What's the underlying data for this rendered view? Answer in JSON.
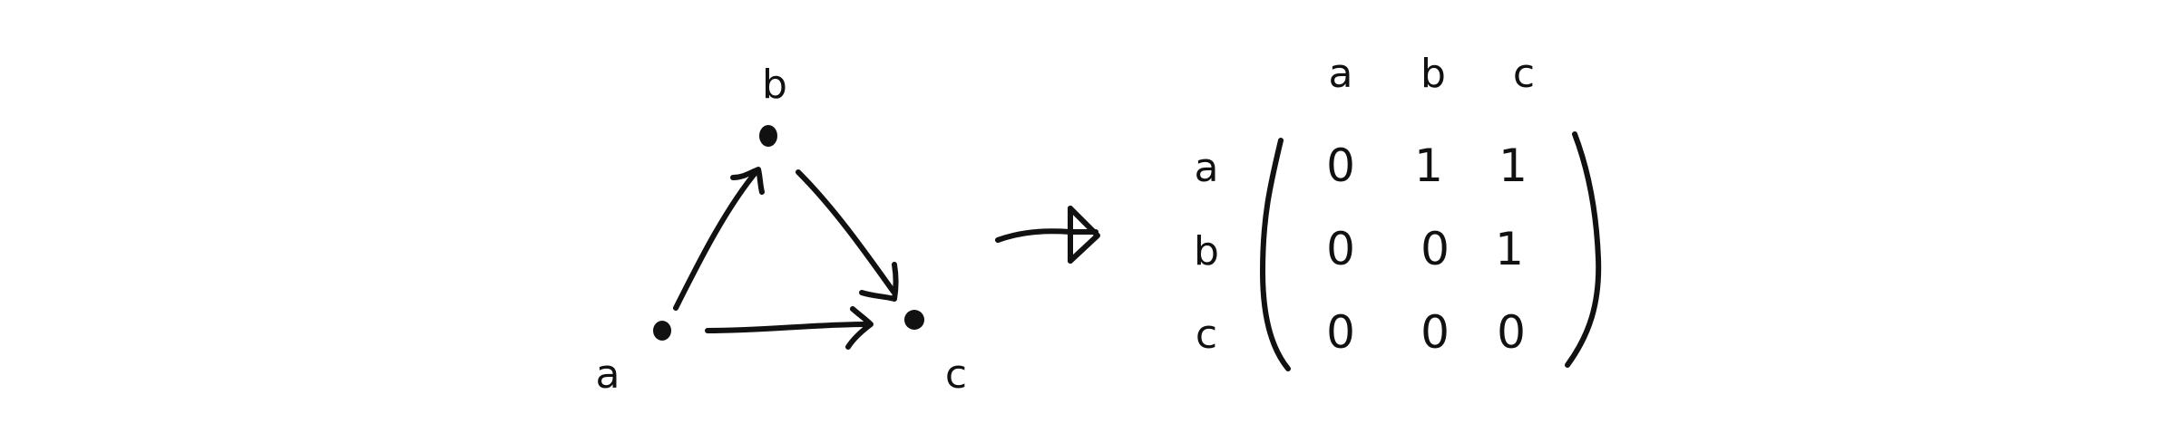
{
  "graph": {
    "nodes": [
      {
        "id": "a",
        "label": "a"
      },
      {
        "id": "b",
        "label": "b"
      },
      {
        "id": "c",
        "label": "c"
      }
    ],
    "edges": [
      {
        "from": "a",
        "to": "b"
      },
      {
        "from": "b",
        "to": "c"
      },
      {
        "from": "a",
        "to": "c"
      }
    ]
  },
  "transform_arrow": "implies-arrow",
  "matrix": {
    "col_headers": [
      "a",
      "b",
      "c"
    ],
    "row_headers": [
      "a",
      "b",
      "c"
    ],
    "rows": [
      [
        "0",
        "1",
        "1"
      ],
      [
        "0",
        "0",
        "1"
      ],
      [
        "0",
        "0",
        "0"
      ]
    ]
  },
  "colors": {
    "ink": "#111111",
    "background": "#ffffff"
  }
}
